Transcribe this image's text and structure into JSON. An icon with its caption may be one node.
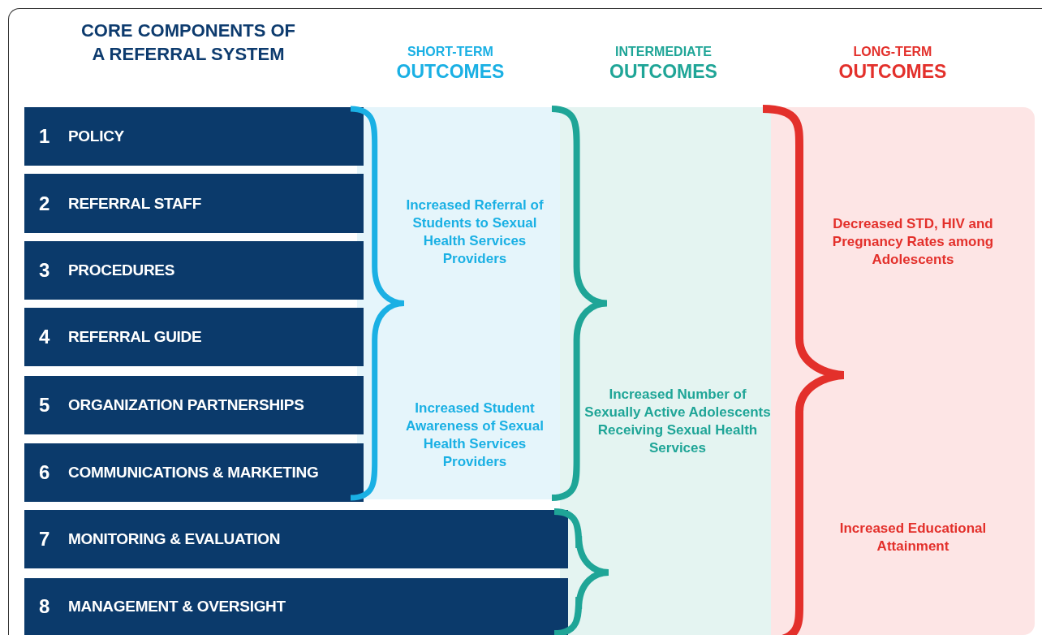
{
  "diagram": {
    "nodes": [
      {
        "text": [
          "1",
          "POLICY"
        ]
      },
      {
        "text": [
          "2",
          "REFERRAL STAFF"
        ]
      },
      {
        "text": [
          "3",
          "PROCEDURES"
        ]
      },
      {
        "text": [
          "4",
          "REFERRAL GUIDE"
        ]
      },
      {
        "text": [
          "5",
          "ORGANIZATION PARTNERSHIPS"
        ]
      },
      {
        "text": [
          "6",
          "COMMUNICATIONS & MARKETING"
        ]
      },
      {
        "text": [
          "7",
          "MONITORING & EVALUATION"
        ]
      },
      {
        "text": [
          "8",
          "MANAGEMENT & OVERSIGHT"
        ]
      },
      {
        "text": [
          "SHORT-TERM",
          "OUTCOMES",
          "Increased Referral of Students to Sexual Health Services Providers",
          "Increased Student Awareness of Sexual Health Services Providers"
        ]
      },
      {
        "text": [
          "INTERMEDIATE",
          "OUTCOMES",
          "Increased Number of Sexually Active Adolescents Receiving Sexual Health Services"
        ]
      },
      {
        "text": [
          "LONG-TERM",
          "OUTCOMES",
          "Decreased STD, HIV and Pregnancy Rates among Adolescents",
          "Increased Educational Attainment"
        ]
      }
    ],
    "edges": [],
    "labels": [
      "CORE COMPONENTS OF A REFERRAL SYSTEM"
    ]
  }
}
